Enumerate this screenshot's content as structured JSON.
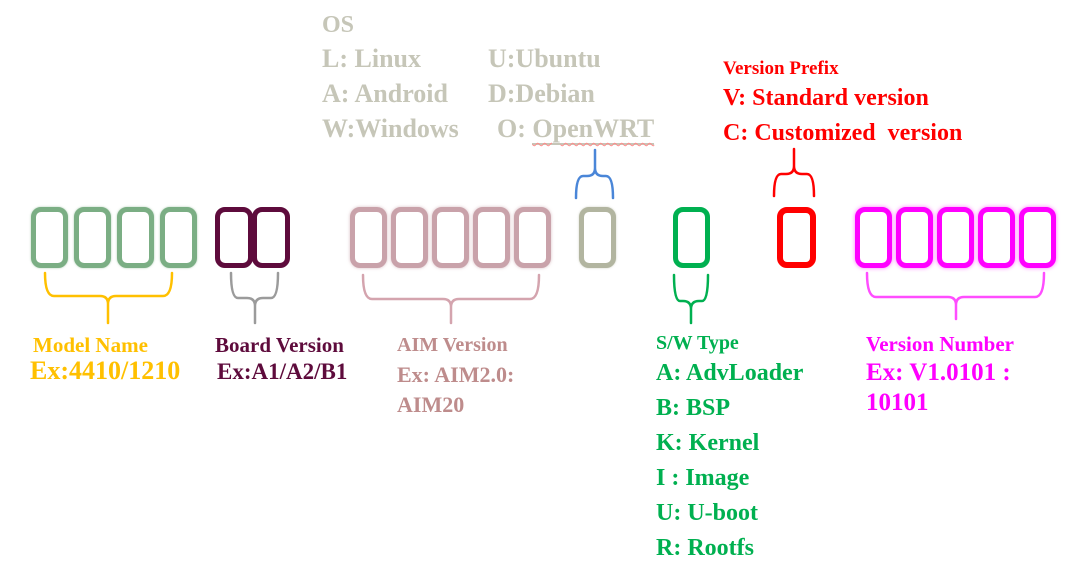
{
  "colors": {
    "os_legend_text": "#C6C6B8",
    "model_name_gold": "#FFC000",
    "board_version_maroon": "#5E0B3C",
    "aim_version_rose": "#BE8C8C",
    "aim_box_rose": "#C9A2AA",
    "os_box_olive": "#B2B5A0",
    "model_box_green": "#7BAE84",
    "sw_type_green": "#00B050",
    "version_prefix_red": "#FF0000",
    "version_number_magenta": "#FF00FF",
    "os_bracket_blue": "#4A86D8",
    "board_brace_gray": "#9B9B9B",
    "model_brace_gold": "#FFC000",
    "aim_brace_rose": "#D4A4AE",
    "version_number_brace_magenta": "#FF4DFF"
  },
  "os_legend": {
    "title": "OS",
    "rows": [
      {
        "left": "L: Linux",
        "right": "U:Ubuntu"
      },
      {
        "left": "A: Android",
        "right": "D:Debian"
      },
      {
        "left": "W:Windows",
        "right_prefix": "O: ",
        "right_link": "OpenWRT"
      }
    ]
  },
  "version_prefix": {
    "title": "Version Prefix",
    "line1": "V: Standard version",
    "line2": "C: Customized  version",
    "box_count": 1
  },
  "model_name": {
    "title": "Model Name",
    "example": "Ex:4410/1210",
    "box_count": 4
  },
  "board_version": {
    "title": "Board Version",
    "example": "Ex:A1/A2/B1",
    "box_count": 2
  },
  "aim_version": {
    "title": "AIM Version",
    "example_line1": "Ex: AIM2.0:",
    "example_line2": "AIM20",
    "box_count": 5
  },
  "os_digit": {
    "box_count": 1
  },
  "sw_type": {
    "title": "S/W Type",
    "items": [
      "A: AdvLoader",
      "B: BSP",
      "K: Kernel",
      "I : Image",
      "U: U-boot",
      "R: Rootfs"
    ],
    "box_count": 1
  },
  "version_number": {
    "title": "Version Number",
    "example_line1": "Ex: V1.0101 :",
    "example_line2": "10101",
    "box_count": 5
  }
}
